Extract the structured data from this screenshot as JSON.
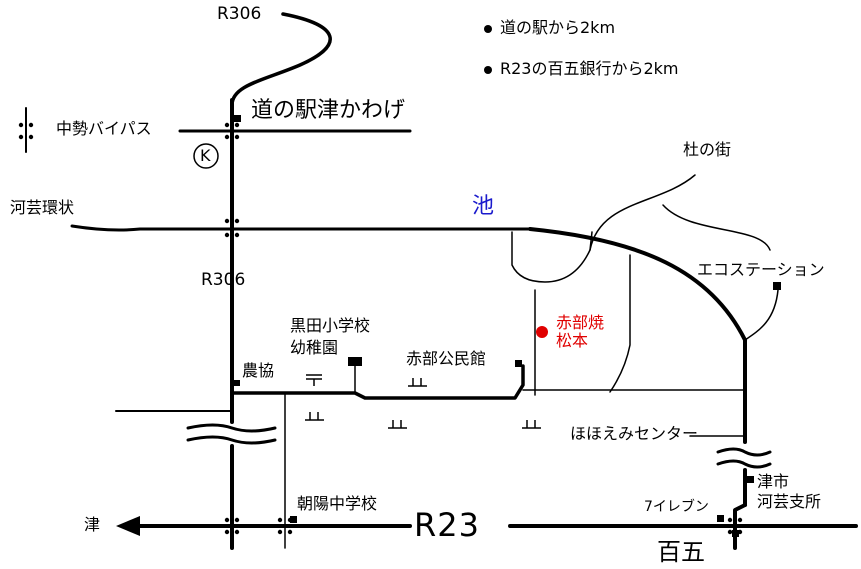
{
  "legend": {
    "item1": "道の駅から2km",
    "item2": "R23の百五銀行から2km"
  },
  "labels": {
    "r306_top": "R306",
    "r306_mid": "R306",
    "r23": "R23",
    "chusei_bypass": "中勢バイパス",
    "roadside_station": "道の駅津かわげ",
    "k_marker": "K",
    "kawage_loop": "河芸環状",
    "pond": "池",
    "morinomachi": "杜の街",
    "eco_station": "エコステーション",
    "kuroda_school": "黒田小学校",
    "kindergarten": "幼稚園",
    "nokyo": "農協",
    "akabu_hall": "赤部公民館",
    "akabu_yaki": "赤部焼",
    "matsumoto": "松本",
    "hohoemi_center": "ほほえみセンター",
    "tsu_city": "津市",
    "kawage_branch": "河芸支所",
    "asahi_school": "朝陽中学校",
    "seven_eleven": "7イレブン",
    "tsu": "津",
    "hyakugo": "百五"
  },
  "colors": {
    "road": "#000000",
    "pond_label": "#1a1acc",
    "destination": "#e00000"
  },
  "icons": {
    "destination_marker": "red-dot",
    "facility_marker": "black-square",
    "post_office": "post-office-symbol",
    "rice_field": "rice-field-symbol",
    "intersection": "intersection-dots"
  }
}
